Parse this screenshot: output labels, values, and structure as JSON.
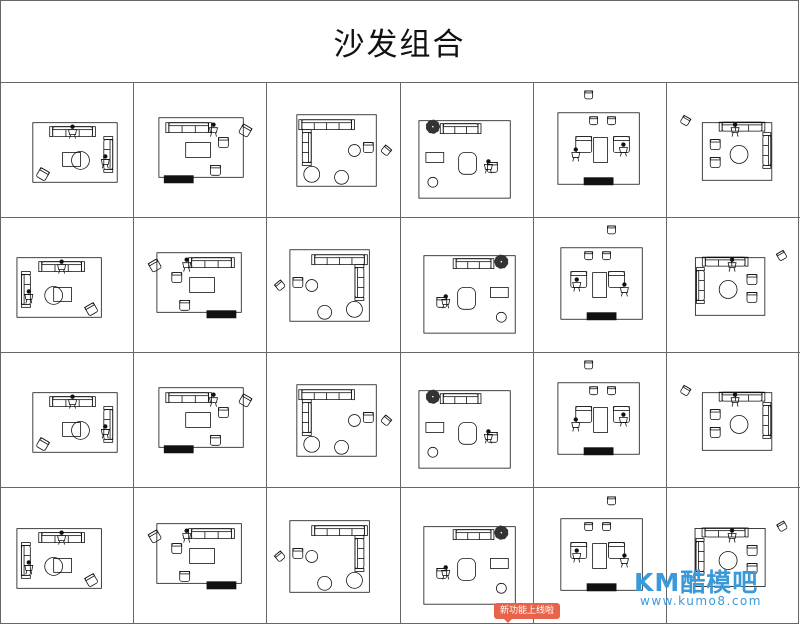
{
  "page": {
    "title": "沙发组合"
  },
  "sheet": {
    "columns": 6,
    "rows": 4,
    "cells": [
      {
        "name": "layout-r1c1"
      },
      {
        "name": "layout-r1c2"
      },
      {
        "name": "layout-r1c3"
      },
      {
        "name": "layout-r1c4"
      },
      {
        "name": "layout-r1c5"
      },
      {
        "name": "layout-r1c6"
      },
      {
        "name": "layout-r2c1"
      },
      {
        "name": "layout-r2c2"
      },
      {
        "name": "layout-r2c3"
      },
      {
        "name": "layout-r2c4"
      },
      {
        "name": "layout-r2c5"
      },
      {
        "name": "layout-r2c6"
      },
      {
        "name": "layout-r3c1"
      },
      {
        "name": "layout-r3c2"
      },
      {
        "name": "layout-r3c3"
      },
      {
        "name": "layout-r3c4"
      },
      {
        "name": "layout-r3c5"
      },
      {
        "name": "layout-r3c6"
      },
      {
        "name": "layout-r4c1"
      },
      {
        "name": "layout-r4c2"
      },
      {
        "name": "layout-r4c3"
      },
      {
        "name": "layout-r4c4"
      },
      {
        "name": "layout-r4c5"
      },
      {
        "name": "layout-r4c6"
      }
    ]
  },
  "watermark": {
    "brand": "KM酷模吧",
    "url": "www.kumo8.com"
  },
  "badge": {
    "label": "新功能上线啦"
  },
  "colors": {
    "line": "#111111",
    "grid": "#666666",
    "watermark": "#3a9ad9",
    "badge": "#e9634b"
  }
}
